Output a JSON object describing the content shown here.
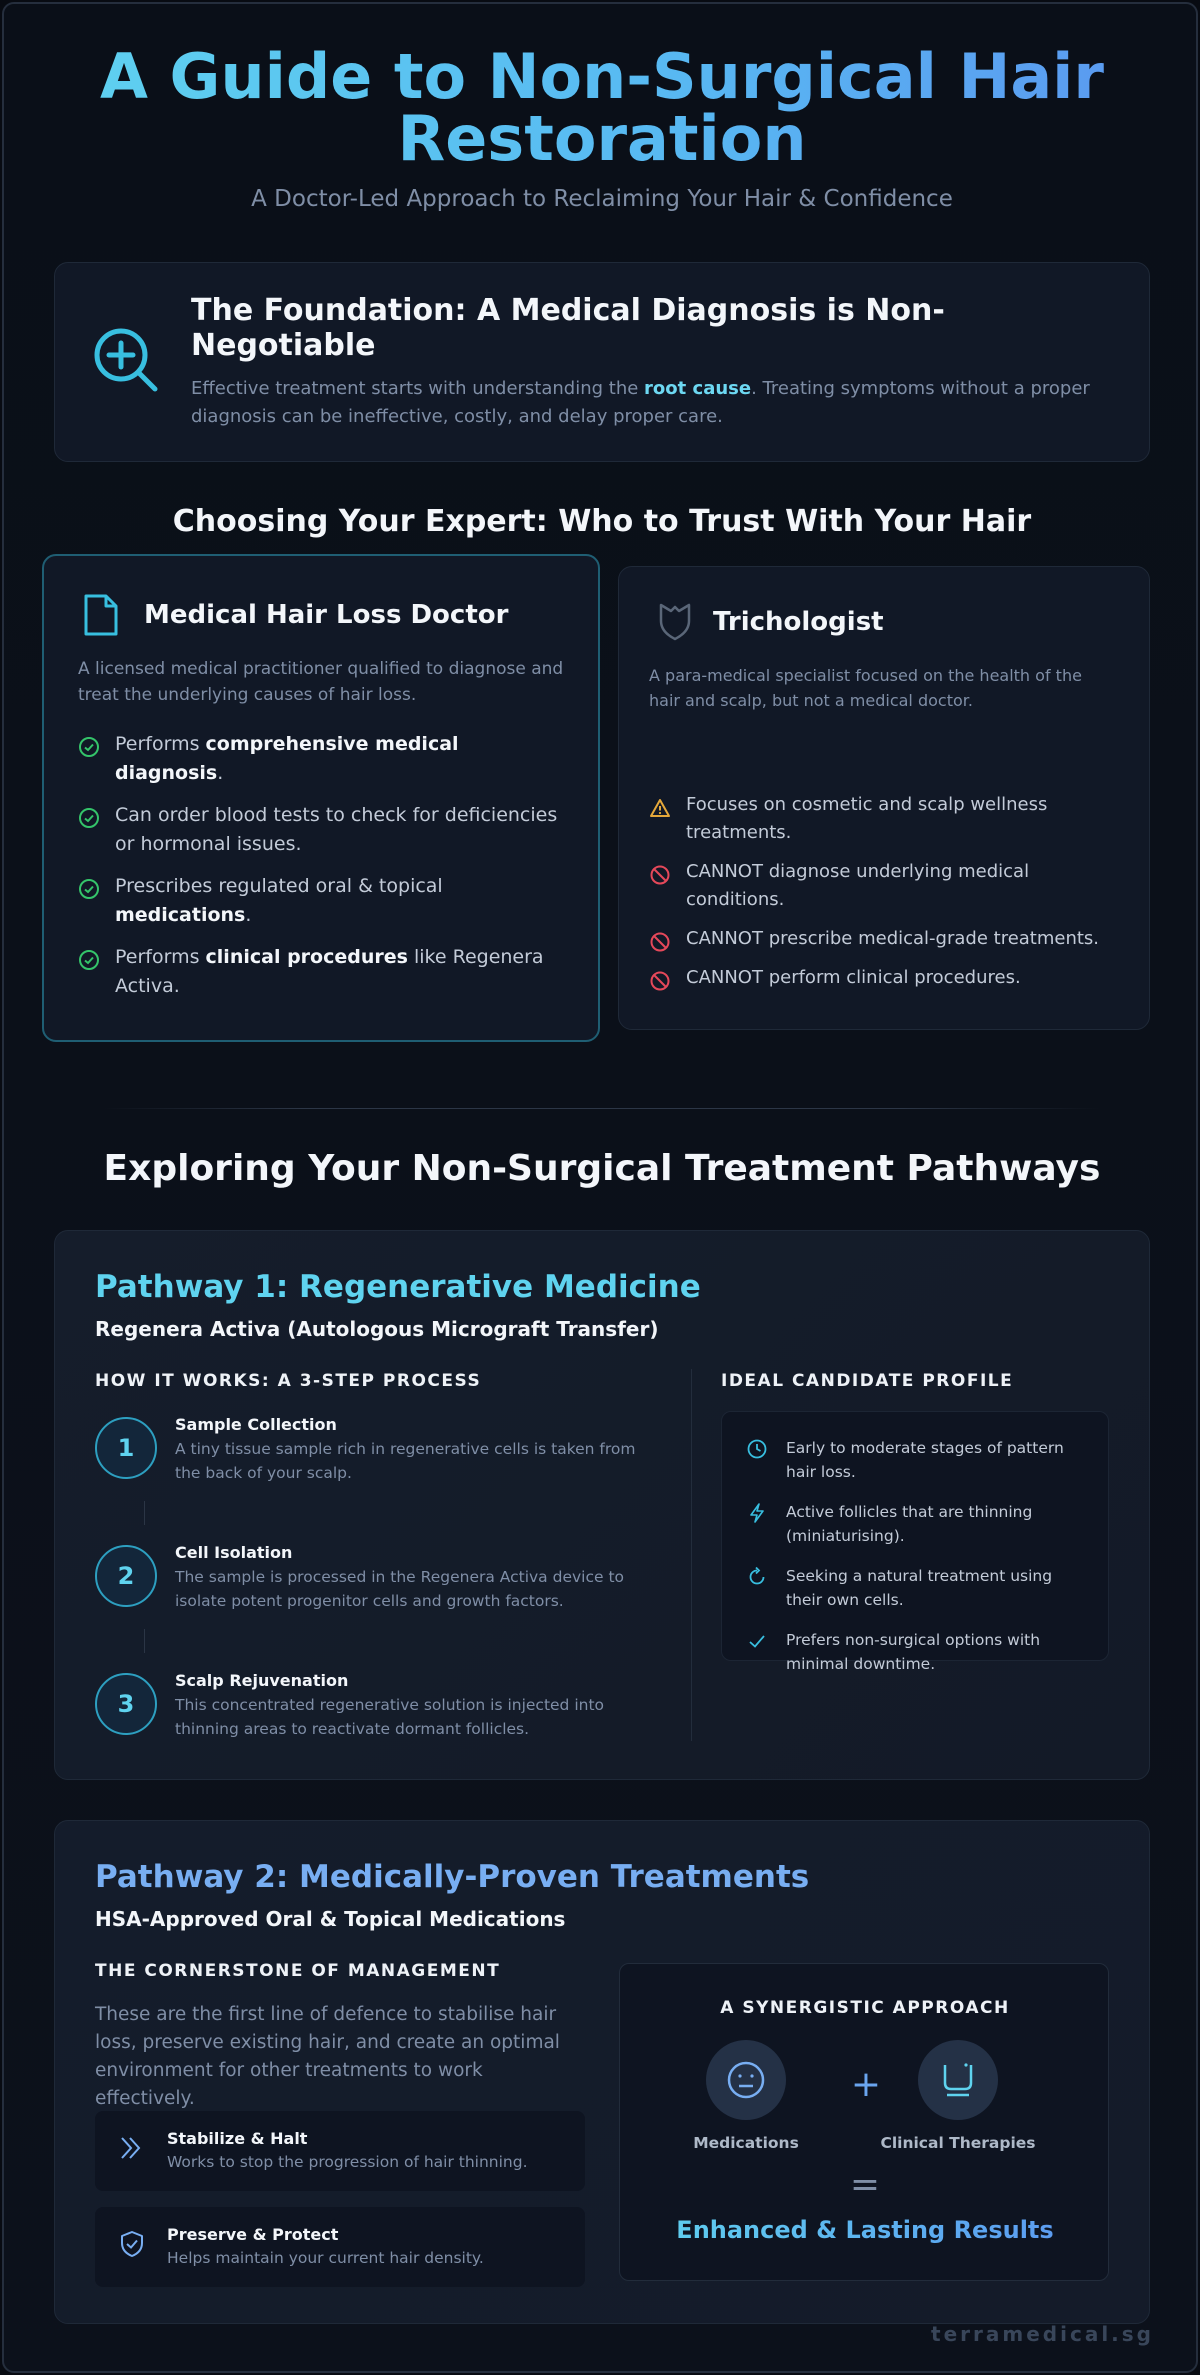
{
  "header": {
    "title_line1": "A Guide to Non-Surgical Hair",
    "title_line2": "Restoration",
    "subtitle": "A Doctor-Led Approach to Reclaiming Your Hair & Confidence"
  },
  "foundation": {
    "title": "The Foundation: A Medical Diagnosis is Non-Negotiable",
    "text_before": "Effective treatment starts with understanding the ",
    "text_highlight": "root cause",
    "text_after": ". Treating symptoms without a proper diagnosis can be ineffective, costly, and delay proper care."
  },
  "experts": {
    "heading": "Choosing Your Expert: Who to Trust With Your Hair",
    "doctor": {
      "title": "Medical Hair Loss Doctor",
      "desc": "A licensed medical practitioner qualified to diagnose and treat the underlying causes of hair loss.",
      "items": [
        {
          "pre": "Performs ",
          "bold": "comprehensive medical diagnosis",
          "post": "."
        },
        {
          "pre": "Can order blood tests to check for deficiencies or hormonal issues.",
          "bold": "",
          "post": ""
        },
        {
          "pre": "Prescribes regulated oral & topical ",
          "bold": "medications",
          "post": "."
        },
        {
          "pre": "Performs ",
          "bold": "clinical procedures",
          "post": " like Regenera Activa."
        }
      ]
    },
    "trichologist": {
      "title": "Trichologist",
      "desc": "A para-medical specialist focused on the health of the hair and scalp, but not a medical doctor.",
      "items": [
        "Focuses on cosmetic and scalp wellness treatments.",
        "CANNOT diagnose underlying medical conditions.",
        "CANNOT prescribe medical-grade treatments.",
        "CANNOT perform clinical procedures."
      ]
    }
  },
  "pathways": {
    "heading": "Exploring Your Non-Surgical Treatment Pathways",
    "p1": {
      "title": "Pathway 1: Regenerative Medicine",
      "subtitle": "Regenera Activa (Autologous Micrograft Transfer)",
      "how_heading": "HOW IT WORKS: A 3-STEP PROCESS",
      "steps": [
        {
          "num": "1",
          "title": "Sample Collection",
          "text": "A tiny tissue sample rich in regenerative cells is taken from the back of your scalp."
        },
        {
          "num": "2",
          "title": "Cell Isolation",
          "text": "The sample is processed in the Regenera Activa device to isolate potent progenitor cells and growth factors."
        },
        {
          "num": "3",
          "title": "Scalp Rejuvenation",
          "text": "This concentrated regenerative solution is injected into thinning areas to reactivate dormant follicles."
        }
      ],
      "profile_heading": "IDEAL CANDIDATE PROFILE",
      "profile": [
        {
          "icon": "clock-icon",
          "text": "Early to moderate stages of pattern hair loss."
        },
        {
          "icon": "bolt-icon",
          "text": "Active follicles that are thinning (miniaturising)."
        },
        {
          "icon": "refresh-icon",
          "text": "Seeking a natural treatment using their own cells."
        },
        {
          "icon": "check-icon",
          "text": "Prefers non-surgical options with minimal downtime."
        }
      ]
    },
    "p2": {
      "title": "Pathway 2: Medically-Proven Treatments",
      "subtitle": "HSA-Approved Oral & Topical Medications",
      "corner_heading": "THE CORNERSTONE OF MANAGEMENT",
      "text": "These are the first line of defence to stabilise hair loss, preserve existing hair, and create an optimal environment for other treatments to work effectively.",
      "features": [
        {
          "title": "Stabilize & Halt",
          "desc": "Works to stop the progression of hair thinning."
        },
        {
          "title": "Preserve & Protect",
          "desc": "Helps maintain your current hair density."
        }
      ],
      "synergy": {
        "title": "A SYNERGISTIC APPROACH",
        "left": "Medications",
        "right": "Clinical Therapies",
        "plus": "+",
        "equals": "=",
        "result": "Enhanced & Lasting Results"
      }
    }
  },
  "footer": {
    "brand": "terramedical.sg"
  },
  "colors": {
    "accent_cyan": "#5fd3ef",
    "accent_blue": "#5b95f0",
    "success": "#34c46a",
    "warning": "#e5a83a",
    "danger": "#e5485a"
  }
}
